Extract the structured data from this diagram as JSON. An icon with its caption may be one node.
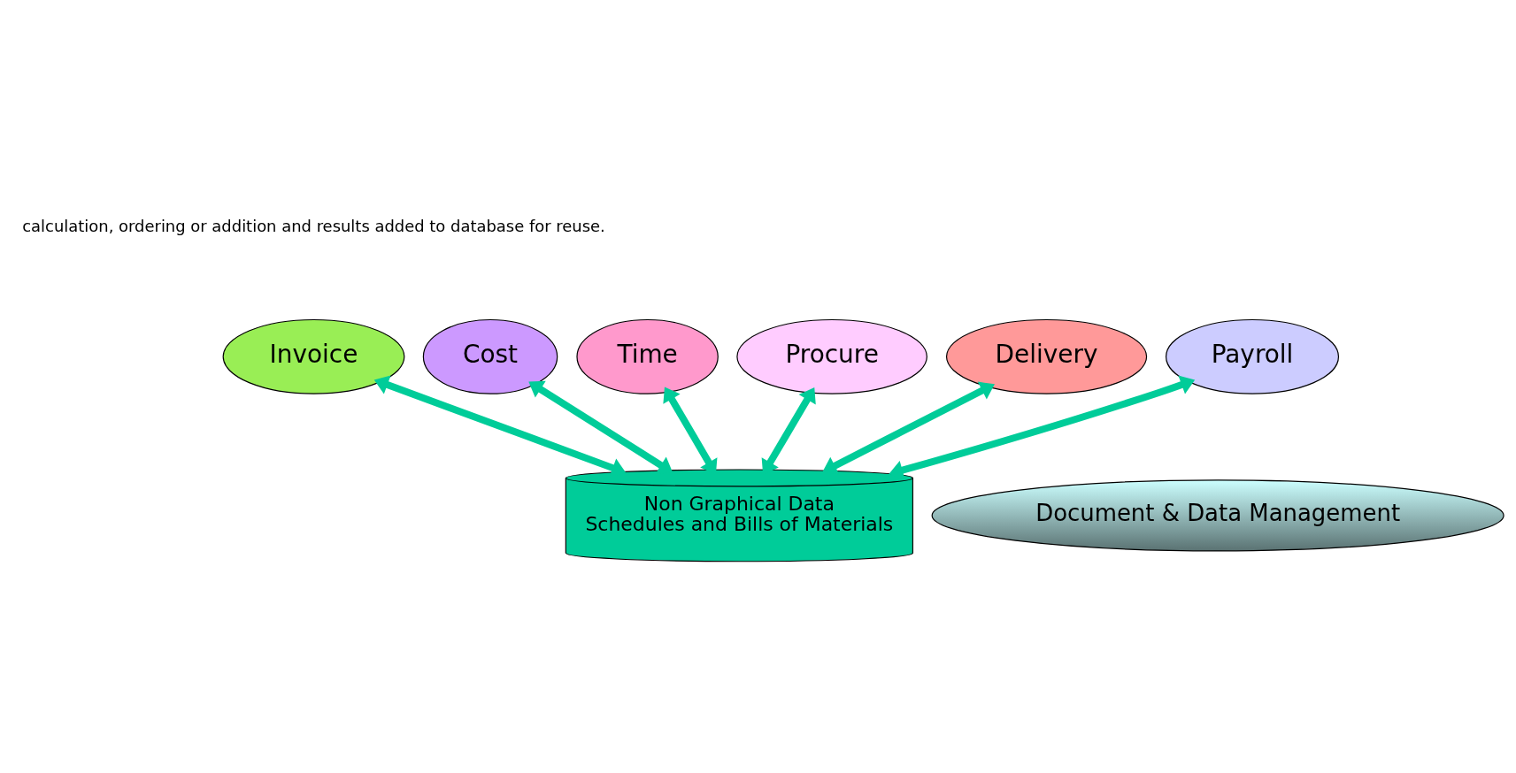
{
  "diagram": {
    "nodes": [
      {
        "text": [
          "Invoice"
        ]
      },
      {
        "text": [
          "Cost"
        ]
      },
      {
        "text": [
          "Time"
        ]
      },
      {
        "text": [
          "Procure"
        ]
      },
      {
        "text": [
          "Delivery"
        ]
      },
      {
        "text": [
          "Payroll"
        ]
      },
      {
        "text": [
          "Document & Data Management"
        ]
      },
      {
        "text": [
          "Non Graphical Data",
          "Schedules and Bills of Materials"
        ]
      }
    ],
    "edges": [
      {
        "from": 7,
        "to": 0,
        "arrow": "both"
      },
      {
        "from": 7,
        "to": 1,
        "arrow": "both"
      },
      {
        "from": 7,
        "to": 2,
        "arrow": "both"
      },
      {
        "from": 7,
        "to": 3,
        "arrow": "both"
      },
      {
        "from": 7,
        "to": 4,
        "arrow": "both"
      },
      {
        "from": 7,
        "to": 5,
        "arrow": "both"
      }
    ],
    "labels": [
      "calculation, ordering or addition and results added to database for reuse."
    ]
  }
}
